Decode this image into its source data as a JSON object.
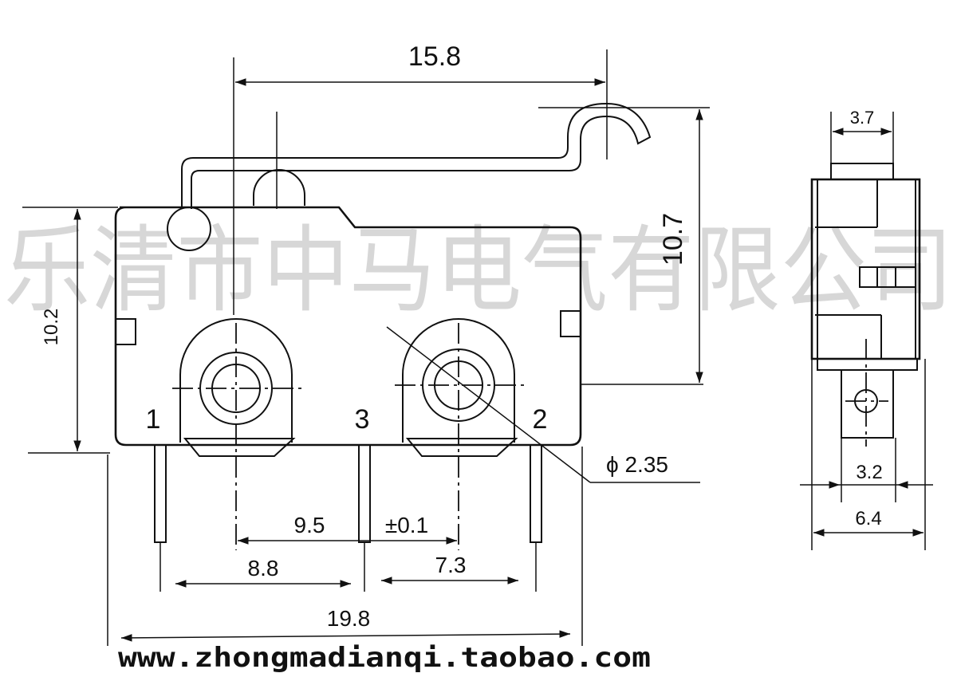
{
  "watermark": "乐清市中马电气有限公司",
  "website": "www.zhongmadianqi.taobao.com",
  "pins": [
    "1",
    "3",
    "2"
  ],
  "dimensions": {
    "lever_length": "15.8",
    "overall_height": "10.7",
    "body_height": "10.2",
    "hole_diameter": "ϕ 2.35",
    "pin_pitch_center": "9.5",
    "tolerance": "±0.1",
    "pin_1_to_3": "8.8",
    "pin_3_to_2": "7.3",
    "body_length": "19.8",
    "side_top_width": "3.7",
    "side_inner_width": "3.2",
    "side_body_width": "6.4"
  }
}
